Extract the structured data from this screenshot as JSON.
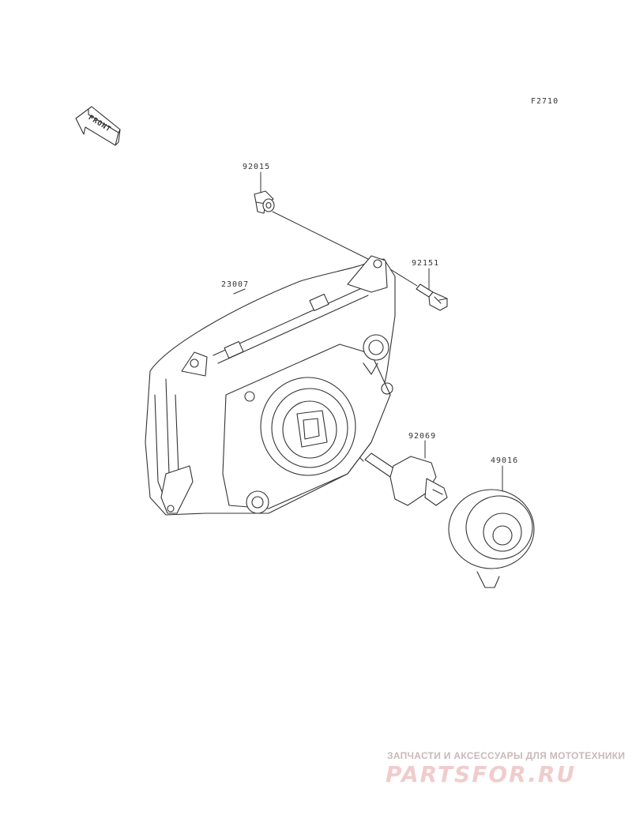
{
  "figure_code": "F2710",
  "front_label": "FRONT",
  "parts": [
    {
      "number": "92015"
    },
    {
      "number": "92151"
    },
    {
      "number": "23007"
    },
    {
      "number": "92069"
    },
    {
      "number": "49016"
    }
  ],
  "watermark": {
    "tagline": "ЗАПЧАСТИ И АКСЕССУАРЫ ДЛЯ МОТОТЕХНИКИ",
    "logo_text": "PARTSFOR.RU"
  },
  "colors": {
    "line": "#333333",
    "watermark": "#e9b8b8"
  }
}
